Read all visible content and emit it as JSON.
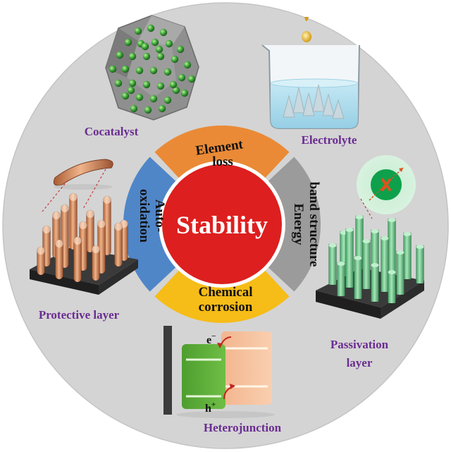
{
  "center_title": "Stability",
  "segments": {
    "top": [
      "Element",
      "loss"
    ],
    "right": [
      "Energy",
      "band structure"
    ],
    "bottom": [
      "Chemical",
      "corrosion"
    ],
    "left": [
      "Auto-",
      "oxidation"
    ]
  },
  "outer_labels": {
    "cocatalyst": "Cocatalyst",
    "electrolyte": "Electrolyte",
    "protective_layer": "Protective layer",
    "passivation_layer": [
      "Passivation",
      "layer"
    ],
    "heterojunction": "Heterojunction"
  },
  "carriers": {
    "electron": "e",
    "electron_sup": "−",
    "hole": "h",
    "hole_sup": "+"
  },
  "colors": {
    "outer_disc": "#d4d4d4",
    "element_loss": "#ea8a36",
    "energy_band": "#9b9b9b",
    "chemical_corrosion": "#f6bc17",
    "auto_oxidation": "#4f86c8",
    "core": "#dd1f1f",
    "label_purple": "#6a2c91"
  }
}
